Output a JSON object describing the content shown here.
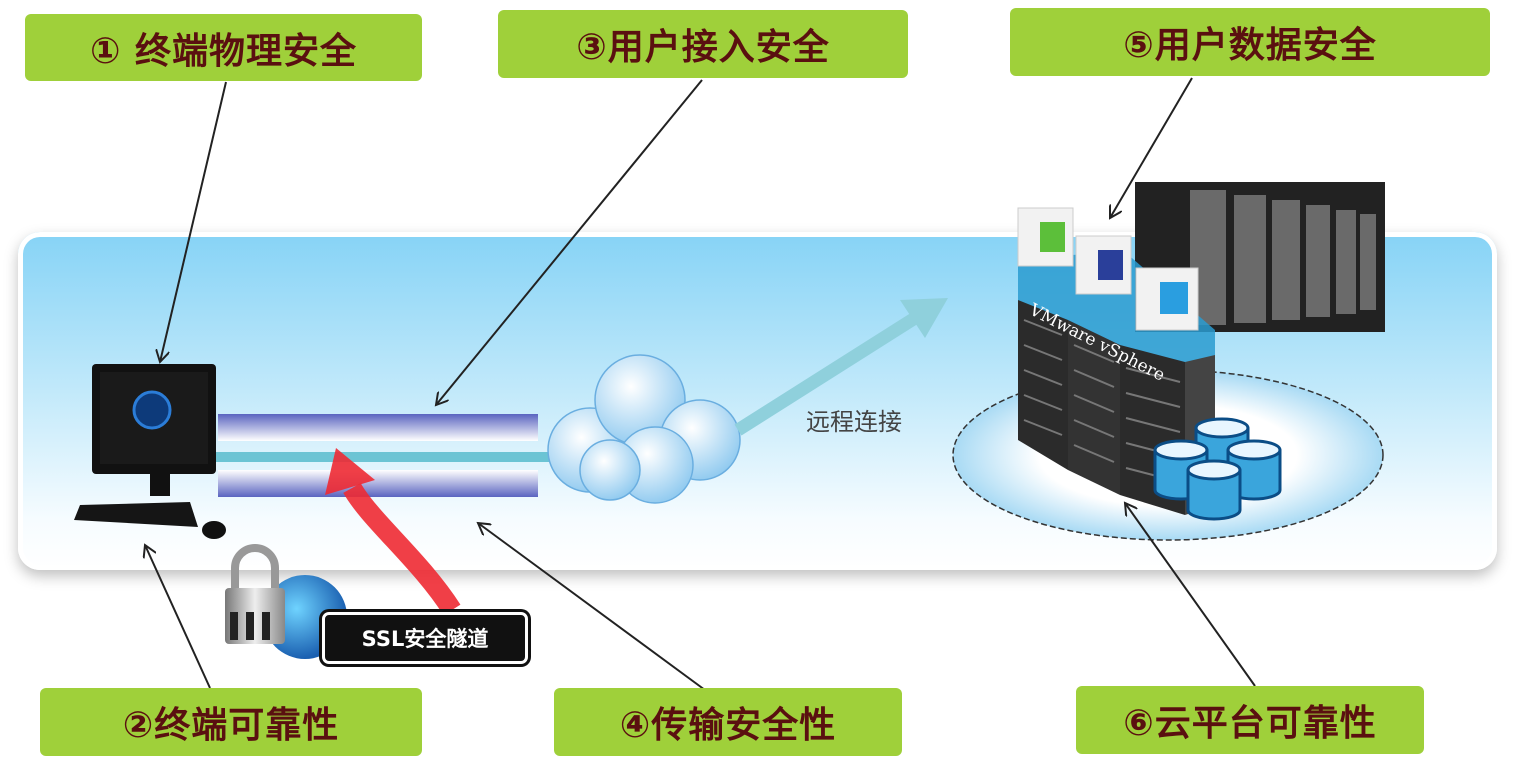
{
  "labels": {
    "l1": "① 终端物理安全",
    "l2": "②终端可靠性",
    "l3": "③用户接入安全",
    "l4": "④传输安全性",
    "l5": "⑤用户数据安全",
    "l6": "⑥云平台可靠性"
  },
  "remote_connection": "远程连接",
  "ssl_tunnel": "SSL安全隧道",
  "platform_name": "VMware vSphere",
  "colors": {
    "label_bg": "#9fd03a",
    "label_text": "#5a1010",
    "panel": "#86d3f6",
    "tunnel": "#5a64c0",
    "red_arrow": "#ee2a33"
  }
}
